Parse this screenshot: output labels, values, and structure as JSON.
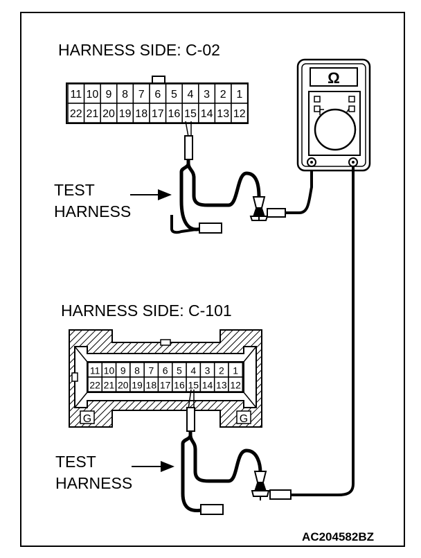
{
  "connector_top": {
    "title": "HARNESS SIDE: C-02",
    "row1": [
      "11",
      "10",
      "9",
      "8",
      "7",
      "6",
      "5",
      "4",
      "3",
      "2",
      "1"
    ],
    "row2": [
      "22",
      "21",
      "20",
      "19",
      "18",
      "17",
      "16",
      "15",
      "14",
      "13",
      "12"
    ]
  },
  "connector_bottom": {
    "title": "HARNESS SIDE: C-101",
    "row1": [
      "11",
      "10",
      "9",
      "8",
      "7",
      "6",
      "5",
      "4",
      "3",
      "2",
      "1"
    ],
    "row2": [
      "22",
      "21",
      "20",
      "19",
      "18",
      "17",
      "16",
      "15",
      "14",
      "13",
      "12"
    ],
    "ground_left": "G",
    "ground_right": "G"
  },
  "test_harness_top": {
    "line1": "TEST",
    "line2": "HARNESS"
  },
  "test_harness_bottom": {
    "line1": "TEST",
    "line2": "HARNESS"
  },
  "meter": {
    "symbol": "Ω"
  },
  "figure_code": "AC204582BZ"
}
